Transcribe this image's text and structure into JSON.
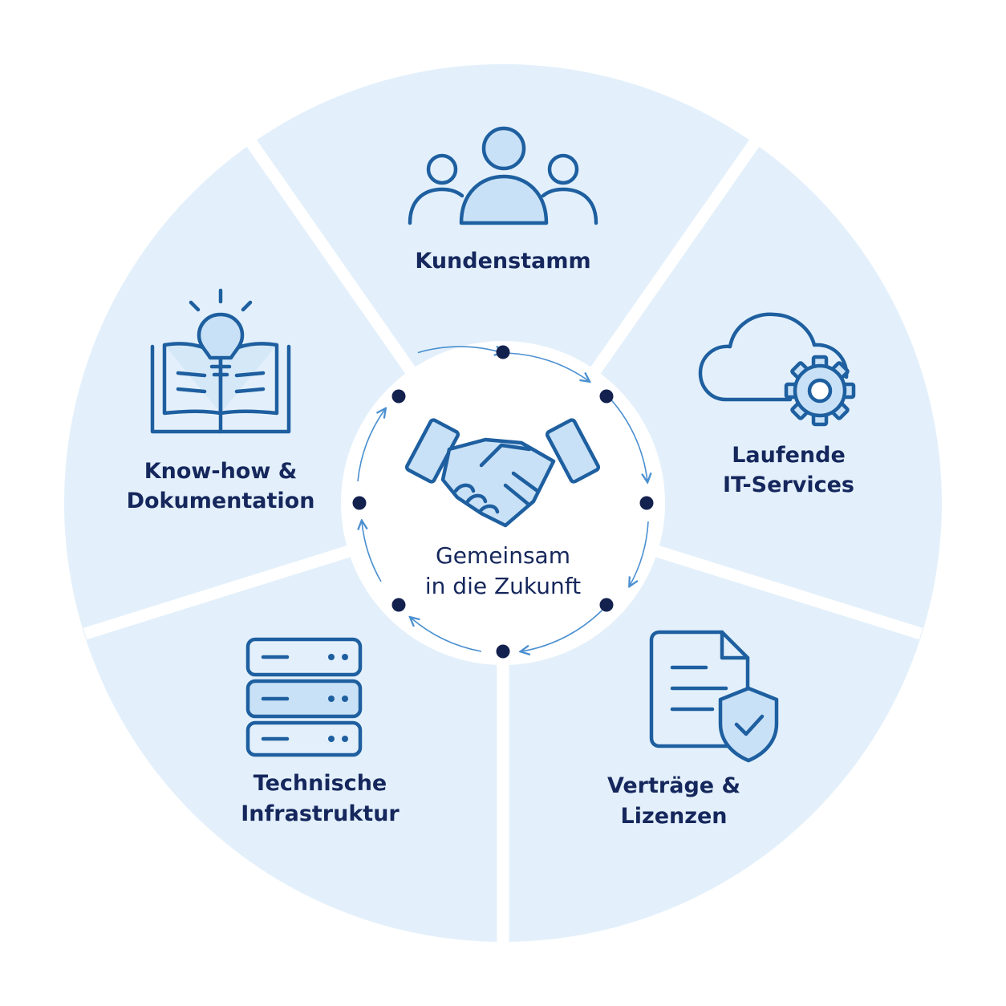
{
  "colors": {
    "segment_fill": "#e3f0fb",
    "divider": "#ffffff",
    "icon_stroke": "#1e5fa0",
    "icon_fill": "#c9e1f6",
    "label_text": "#15275c",
    "node_dot": "#13214f",
    "ring_arrow": "#4a8fd0"
  },
  "center": {
    "icon": "handshake-icon",
    "line1": "Gemeinsam",
    "line2": "in die Zukunft"
  },
  "segments": [
    {
      "id": "kundenstamm",
      "icon": "users-group-icon",
      "line1": "Kundenstamm",
      "line2": ""
    },
    {
      "id": "it-services",
      "icon": "cloud-gear-icon",
      "line1": "Laufende",
      "line2": "IT-Services"
    },
    {
      "id": "vertraege",
      "icon": "document-shield-icon",
      "line1": "Verträge &",
      "line2": "Lizenzen"
    },
    {
      "id": "infrastruktur",
      "icon": "server-stack-icon",
      "line1": "Technische",
      "line2": "Infrastruktur"
    },
    {
      "id": "knowhow",
      "icon": "book-lightbulb-icon",
      "line1": "Know-how &",
      "line2": "Dokumentation"
    }
  ]
}
